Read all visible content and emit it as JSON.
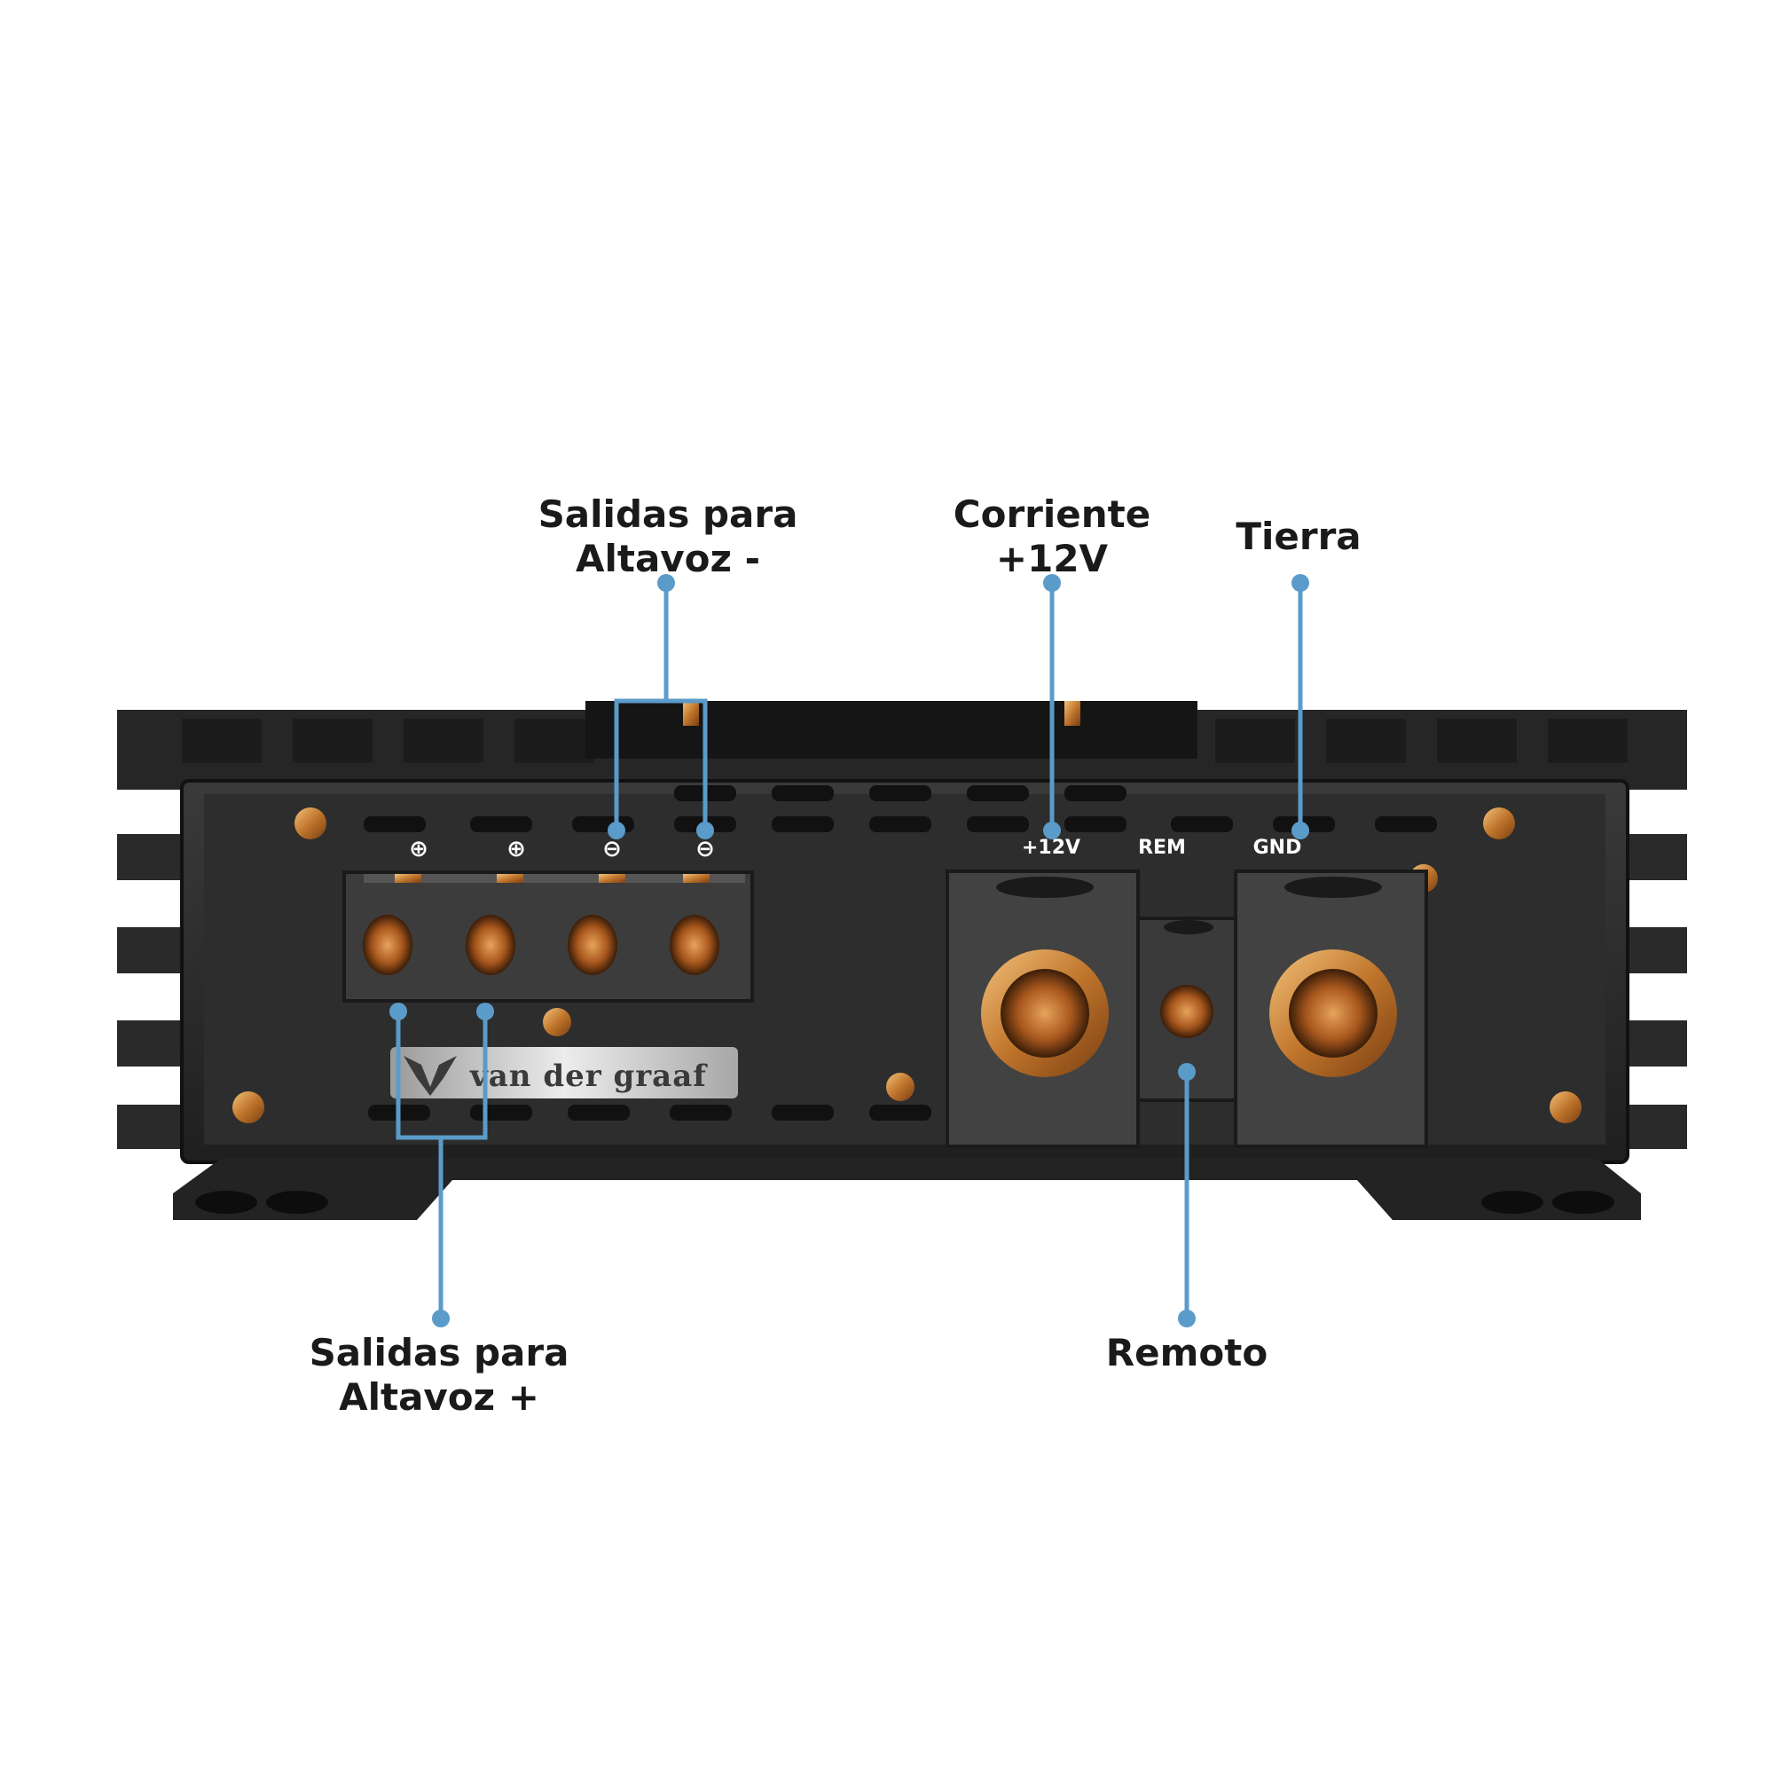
{
  "callouts": {
    "speaker_neg": {
      "line1": "Salidas para",
      "line2": "Altavoz -"
    },
    "power": {
      "line1": "Corriente",
      "line2": "+12V"
    },
    "ground": {
      "line1": "Tierra"
    },
    "speaker_pos": {
      "line1": "Salidas para",
      "line2": "Altavoz +"
    },
    "remote": {
      "line1": "Remoto"
    }
  },
  "panel_labels": {
    "plus_1": "⊕",
    "plus_2": "⊕",
    "minus_1": "⊖",
    "minus_2": "⊖",
    "power": "+12V",
    "remote": "REM",
    "ground": "GND"
  },
  "brand": {
    "text": "van der graaf"
  },
  "colors": {
    "callout_line": "#5b9bc9",
    "amp_body": "#2b2b2b",
    "terminal_block": "#3d3d3d",
    "brass": "#c98a3c"
  }
}
